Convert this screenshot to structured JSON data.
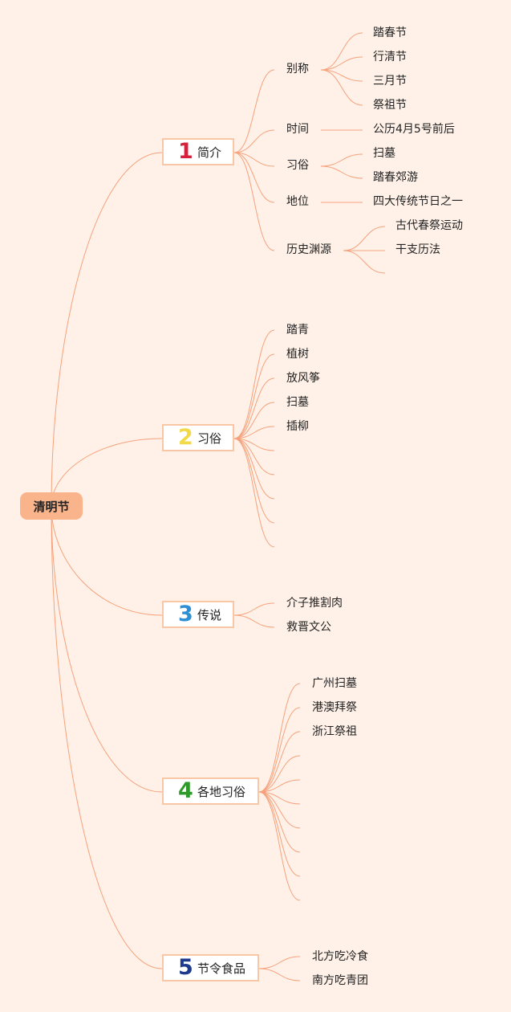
{
  "root": {
    "label": "清明节"
  },
  "topics": [
    {
      "number": "1",
      "color": "#d6203c",
      "label": "简介"
    },
    {
      "number": "2",
      "color": "#f2d94a",
      "label": "习俗"
    },
    {
      "number": "3",
      "color": "#2f8fd4",
      "label": "传说"
    },
    {
      "number": "4",
      "color": "#2e9a2a",
      "label": "各地习俗"
    },
    {
      "number": "5",
      "color": "#1d3a8c",
      "label": "节令食品"
    }
  ],
  "intro": {
    "bieming": {
      "label": "别称",
      "children": [
        "踏春节",
        "行清节",
        "三月节",
        "祭祖节"
      ]
    },
    "shijian": {
      "label": "时间",
      "children": [
        "公历4月5号前后"
      ]
    },
    "xisu": {
      "label": "习俗",
      "children": [
        "扫墓",
        "踏春郊游"
      ]
    },
    "diwei": {
      "label": "地位",
      "children": [
        "四大传统节日之一"
      ]
    },
    "lishi": {
      "label": "历史渊源",
      "children": [
        "古代春祭运动",
        "干支历法"
      ]
    }
  },
  "customs": {
    "children": [
      "踏青",
      "植树",
      "放风筝",
      "扫墓",
      "插柳"
    ]
  },
  "legends": {
    "children": [
      "介子推割肉",
      "救晋文公"
    ]
  },
  "regional": {
    "children": [
      "广州扫墓",
      "港澳拜祭",
      "浙江祭祖"
    ]
  },
  "foods": {
    "children": [
      "北方吃冷食",
      "南方吃青团"
    ]
  },
  "colors": {
    "line": "#f5a27c",
    "root_fill": "#f9b48c",
    "topic_border": "#f9c6a6",
    "background": "#fff1e8"
  }
}
